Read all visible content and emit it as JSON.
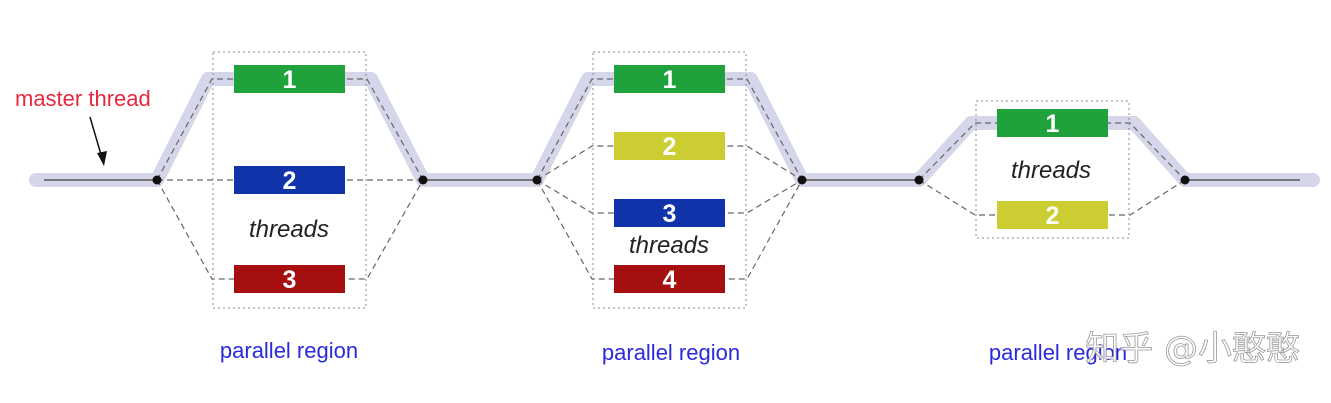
{
  "master_label": "master thread",
  "threads_label": "threads",
  "colors": {
    "track": "#d6d6ea",
    "line": "#555555",
    "green": "#1fa23c",
    "blue": "#1133aa",
    "red": "#a50f0f",
    "yellow": "#cccc33",
    "region_text": "#2a2adc",
    "master_text": "#e8283c"
  },
  "regions": [
    {
      "label": "parallel region",
      "threads": [
        {
          "num": "1",
          "color": "green"
        },
        {
          "num": "2",
          "color": "blue"
        },
        {
          "num": "3",
          "color": "red"
        }
      ]
    },
    {
      "label": "parallel region",
      "threads": [
        {
          "num": "1",
          "color": "green"
        },
        {
          "num": "2",
          "color": "yellow"
        },
        {
          "num": "3",
          "color": "blue"
        },
        {
          "num": "4",
          "color": "red"
        }
      ]
    },
    {
      "label": "parallel region",
      "threads": [
        {
          "num": "1",
          "color": "green"
        },
        {
          "num": "2",
          "color": "yellow"
        }
      ]
    }
  ],
  "watermark": "知乎 @小憨憨"
}
